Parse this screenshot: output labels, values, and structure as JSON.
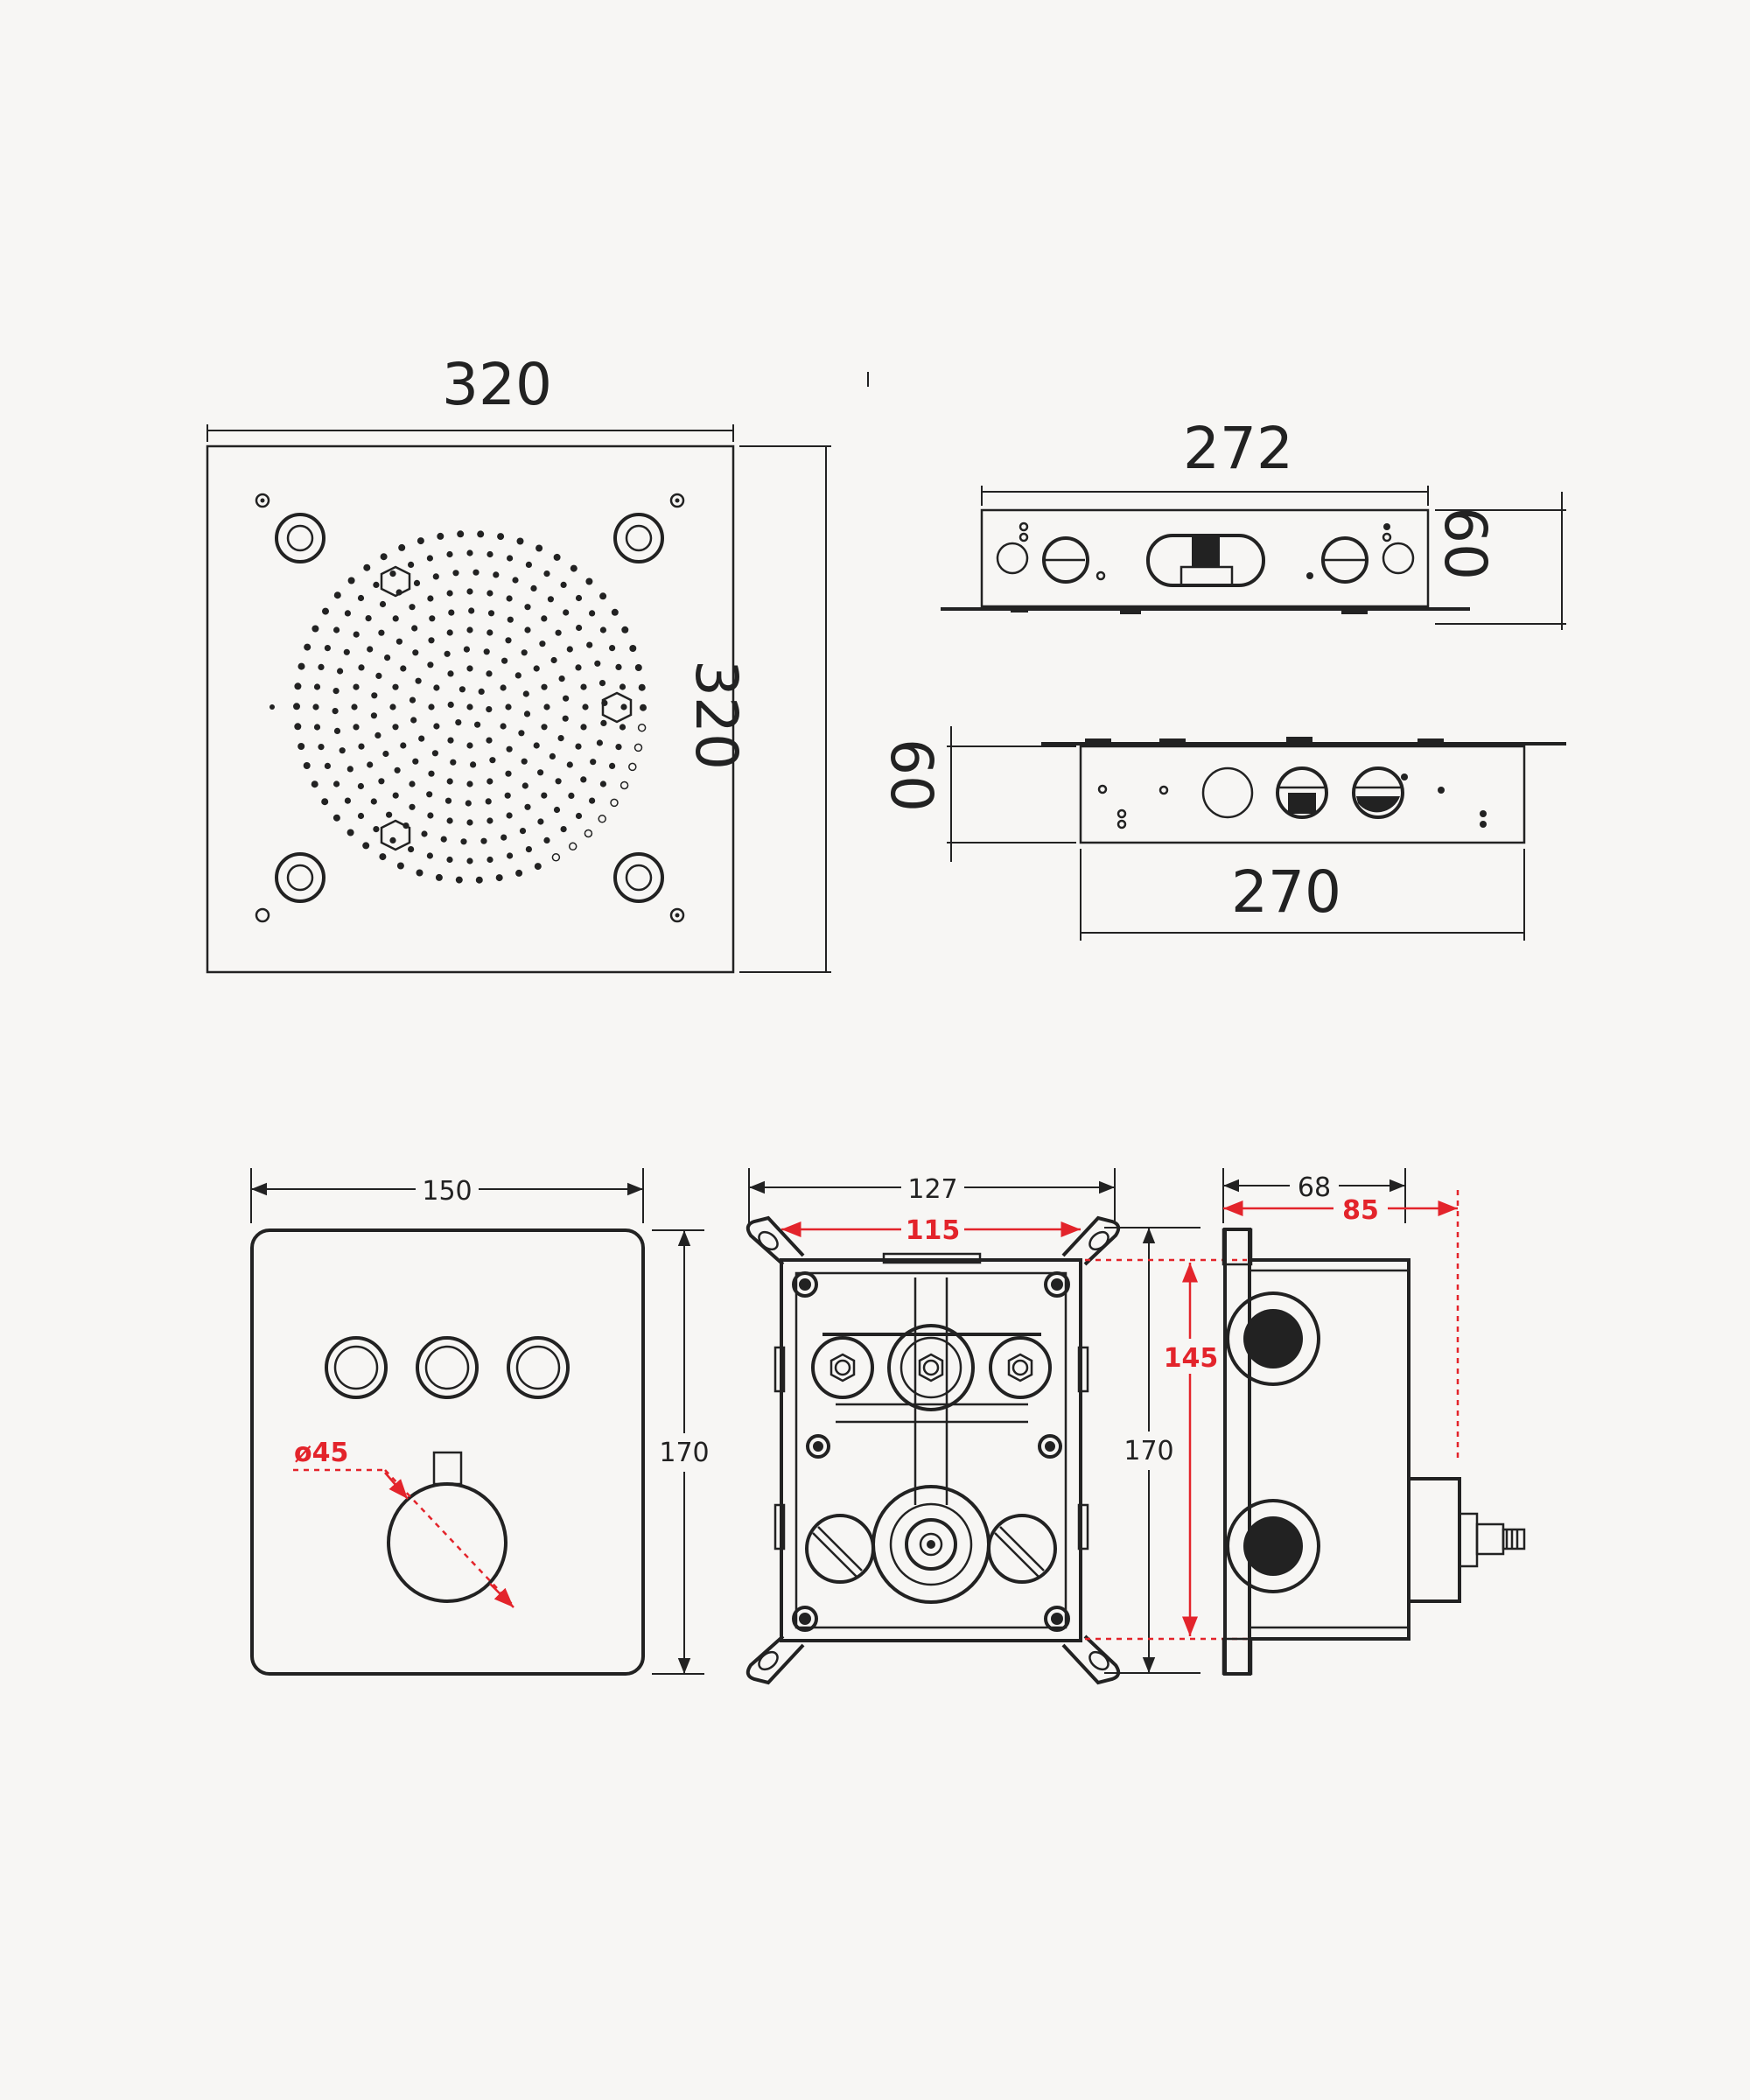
{
  "colors": {
    "background": "#f7f6f4",
    "line": "#222222",
    "accent_dimension": "#e3242b"
  },
  "shower_head_top": {
    "width_label": "320",
    "height_label": "320"
  },
  "rear_box_top": {
    "width_label": "272",
    "height_label": "60"
  },
  "rear_box_bottom": {
    "width_label": "270",
    "height_label": "60"
  },
  "control_panel": {
    "width_label": "150",
    "height_label": "170",
    "knob_diameter_label": "ø45",
    "buttons": 3
  },
  "valve_body_front": {
    "outer_width_label": "127",
    "inner_width_label": "115",
    "height_label": "170"
  },
  "valve_body_side": {
    "depth_label": "68",
    "max_depth_label": "85",
    "inner_height_label": "145"
  }
}
